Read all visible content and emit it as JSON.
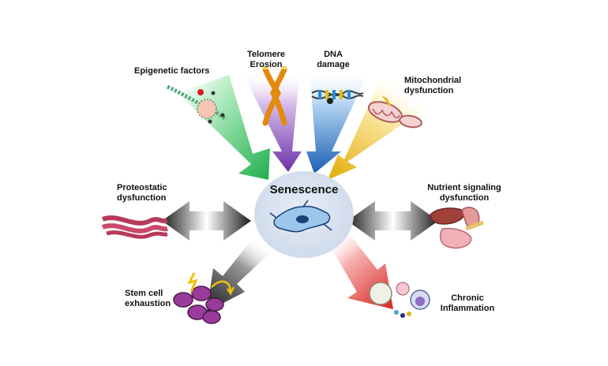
{
  "center": {
    "title": "Senescence"
  },
  "labels": {
    "epigenetic": "Epigenetic factors",
    "telomere": "Telomere\nErosion",
    "dna": "DNA\ndamage",
    "mitochondrial": "Mitochondrial\ndysfunction",
    "proteostatic": "Proteostatic\ndysfunction",
    "nutrient": "Nutrient signaling\ndysfunction",
    "stemcell": "Stem cell\nexhaustion",
    "inflammation": "Chronic\nInflammation"
  },
  "colors": {
    "epigenetic": "#2fbf5a",
    "telomere": "#7b3fb0",
    "dna": "#1f6fc4",
    "mitochondrial": "#e8b818",
    "inflammation": "#e0201c",
    "gray": "#333333",
    "senescence_circle": "#d8e2f0"
  }
}
